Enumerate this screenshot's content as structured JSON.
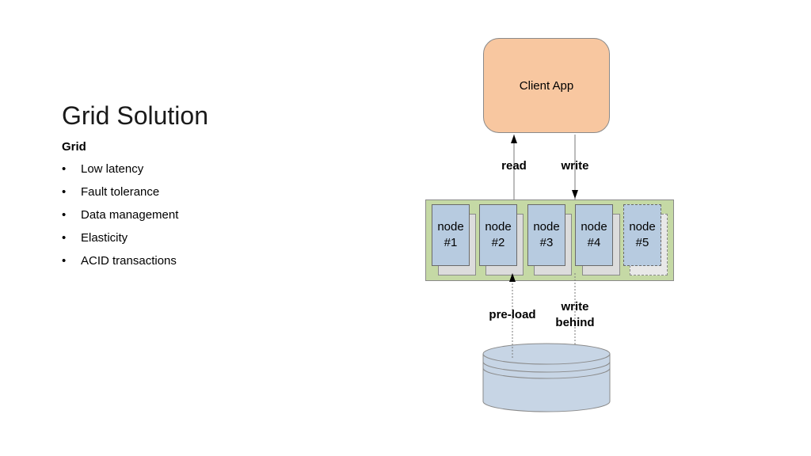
{
  "slide": {
    "title": "Grid Solution",
    "subtitle": "Grid",
    "bullet_glyph": "•",
    "bullets": [
      "Low latency",
      "Fault tolerance",
      "Data management",
      "Elasticity",
      "ACID transactions"
    ]
  },
  "diagram": {
    "client_label": "Client App",
    "read_label": "read",
    "write_label": "write",
    "preload_label": "pre-load",
    "write_behind_label": [
      "write",
      "behind"
    ],
    "nodes": [
      {
        "line1": "node",
        "line2": "#1"
      },
      {
        "line1": "node",
        "line2": "#2"
      },
      {
        "line1": "node",
        "line2": "#3"
      },
      {
        "line1": "node",
        "line2": "#4"
      },
      {
        "line1": "node",
        "line2": "#5"
      }
    ],
    "colors": {
      "client_fill": "#f8c7a0",
      "grid_fill": "#c5d9a5",
      "node_fill": "#b7cbe0",
      "database_fill": "#c7d5e5"
    },
    "icons": [
      "database-cylinder-icon"
    ]
  }
}
